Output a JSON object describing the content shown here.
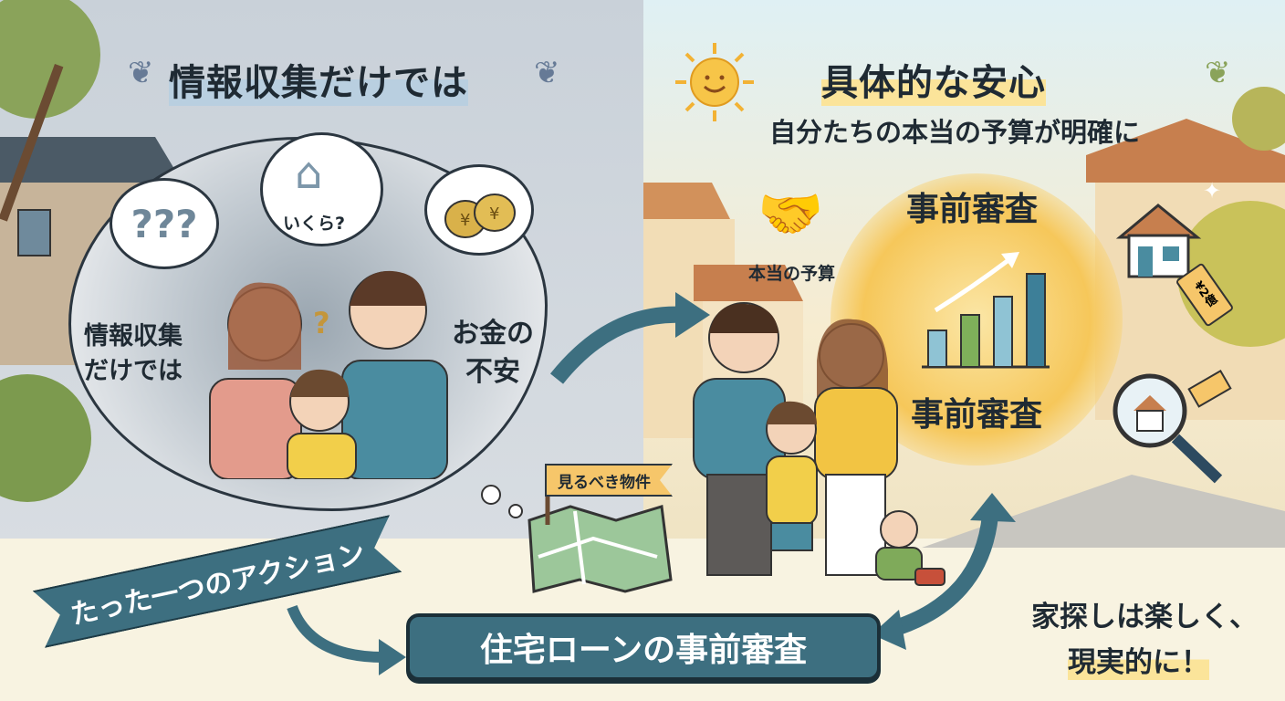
{
  "left_panel": {
    "title": "情報収集だけでは",
    "thought_price": "いくら?",
    "thought_question": "???",
    "label_info_line1": "情報収集",
    "label_info_line2": "だけでは",
    "label_money_line1": "お金の",
    "label_money_line2": "不安"
  },
  "right_panel": {
    "title": "具体的な安心",
    "subtitle": "自分たちの本当の予算が明確に",
    "handshake_label": "本当の予算",
    "review_top": "事前審査",
    "review_bottom": "事前審査",
    "price_tag": "¥2億"
  },
  "bottom": {
    "map_flag": "見るべき物件",
    "banner": "たった一つのアクション",
    "cta": "住宅ローンの事前審査",
    "closing_line1": "家探しは楽しく、",
    "closing_line2": "現実的に！"
  },
  "colors": {
    "teal": "#3d6f80",
    "yellow_highlight": "#fbe49a",
    "blue_highlight": "#b9cfe0",
    "glow": "#f6c75a"
  }
}
